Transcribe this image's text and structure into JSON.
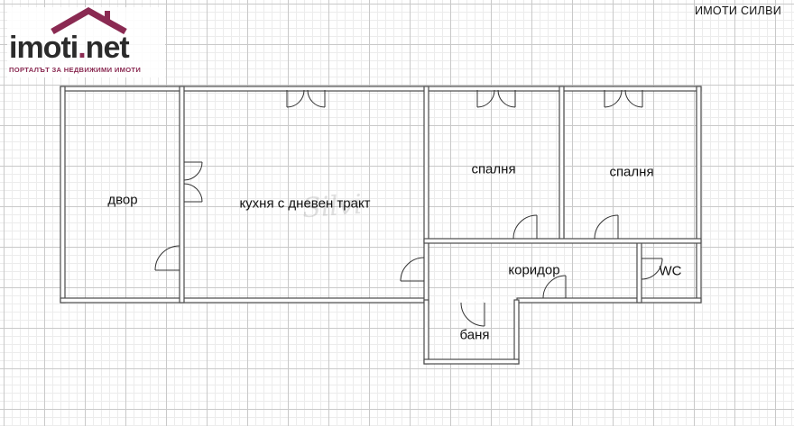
{
  "brand": {
    "name_main": "imoti",
    "name_dot": ".",
    "name_tld": "net",
    "tagline": "ПОРТАЛЪТ ЗА НЕДВИЖИМИ ИМОТИ",
    "accent": "#8a2a52",
    "dark": "#2b2b2b",
    "icon": "house-roof-icon"
  },
  "agency": {
    "name": "ИМОТИ СИЛВИ"
  },
  "rooms": {
    "dvor": "двор",
    "kuhnya": "кухня с дневен тракт",
    "spalnya1": "спалня",
    "spalnya2": "спалня",
    "koridor": "коридор",
    "wc": "WC",
    "banya": "баня"
  },
  "watermark": {
    "text": "Silvi"
  },
  "colors": {
    "wall": "#4a4a4a",
    "wall_fill": "#ffffff"
  }
}
